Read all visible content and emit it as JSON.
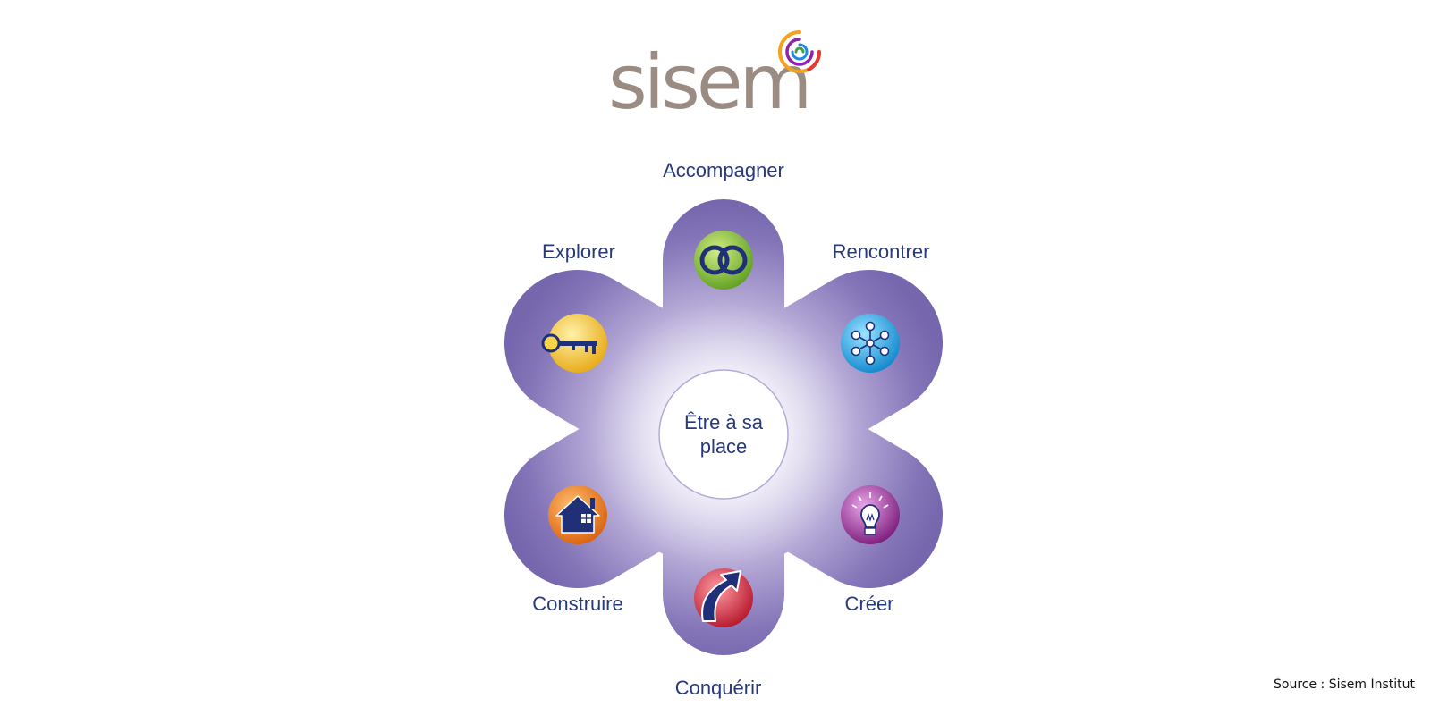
{
  "logo": {
    "text": "sisem",
    "color": "#9a8c82",
    "swirl_colors": [
      "#f2a21b",
      "#e53935",
      "#8e24aa",
      "#1e88e5",
      "#43a047"
    ]
  },
  "diagram": {
    "center_label": "Être à sa place",
    "petals": [
      {
        "id": "accompagner",
        "label": "Accompagner",
        "icon": "rings-icon",
        "icon_color": "#7dbb2f"
      },
      {
        "id": "rencontrer",
        "label": "Rencontrer",
        "icon": "network-icon",
        "icon_color": "#1aa3e0"
      },
      {
        "id": "creer",
        "label": "Créer",
        "icon": "lightbulb-icon",
        "icon_color": "#8c1f8c"
      },
      {
        "id": "conquerir",
        "label": "Conquérir",
        "icon": "arrow-up-icon",
        "icon_color": "#d7263d"
      },
      {
        "id": "construire",
        "label": "Construire",
        "icon": "house-icon",
        "icon_color": "#ea7a1a"
      },
      {
        "id": "explorer",
        "label": "Explorer",
        "icon": "key-icon",
        "icon_color": "#f0be1e"
      }
    ],
    "colors": {
      "petal": "#7a6bb0",
      "petal_light": "#ece8f6",
      "label": "#283a7c"
    }
  },
  "source": "Source : Sisem Institut"
}
